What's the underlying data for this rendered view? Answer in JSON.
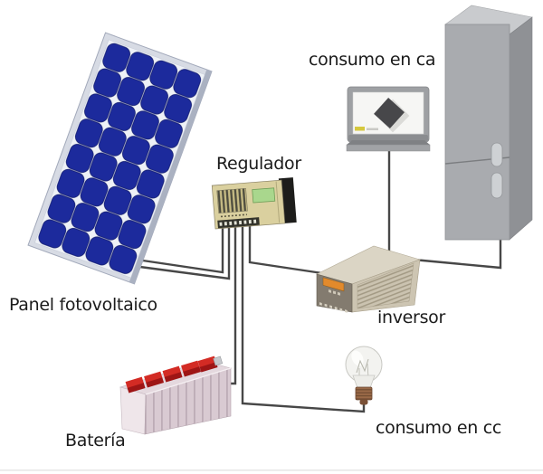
{
  "diagram": {
    "kind": "solar-photovoltaic-system-schematic",
    "labels": {
      "panel": "Panel fotovoltaico",
      "regulator": "Regulador",
      "ac_load": "consumo en ca",
      "inverter": "inversor",
      "battery": "Batería",
      "dc_load": "consumo en cc"
    },
    "components": [
      {
        "id": "panel",
        "label": "Panel fotovoltaico"
      },
      {
        "id": "regulator",
        "label": "Regulador"
      },
      {
        "id": "battery",
        "label": "Batería"
      },
      {
        "id": "inverter",
        "label": "inversor"
      },
      {
        "id": "ac_load",
        "label": "consumo en ca",
        "devices": [
          "tv-monitor",
          "refrigerator"
        ]
      },
      {
        "id": "dc_load",
        "label": "consumo en cc",
        "devices": [
          "light-bulb"
        ]
      }
    ],
    "connections": [
      {
        "from": "panel",
        "to": "regulator",
        "wires": 2
      },
      {
        "from": "regulator",
        "to": "battery",
        "wires": 1
      },
      {
        "from": "regulator",
        "to": "dc_load",
        "wires": 1
      },
      {
        "from": "regulator",
        "to": "inverter",
        "wires": 1
      },
      {
        "from": "inverter",
        "to": "tv-monitor",
        "wires": 1
      },
      {
        "from": "inverter",
        "to": "refrigerator",
        "wires": 1
      }
    ],
    "colors": {
      "background": "#ffffff",
      "wire": "#474747",
      "panel_cell": "#1c2a9c",
      "panel_frame": "#d7dbe4",
      "regulator_body": "#dad09f",
      "regulator_display": "#a9d78d",
      "inverter_display": "#e28a2c",
      "battery_cap_red": "#c82420",
      "battery_body": "#e4d8de",
      "appliance_gray": "#a9abaf",
      "label_text": "#1b1b1b"
    }
  }
}
